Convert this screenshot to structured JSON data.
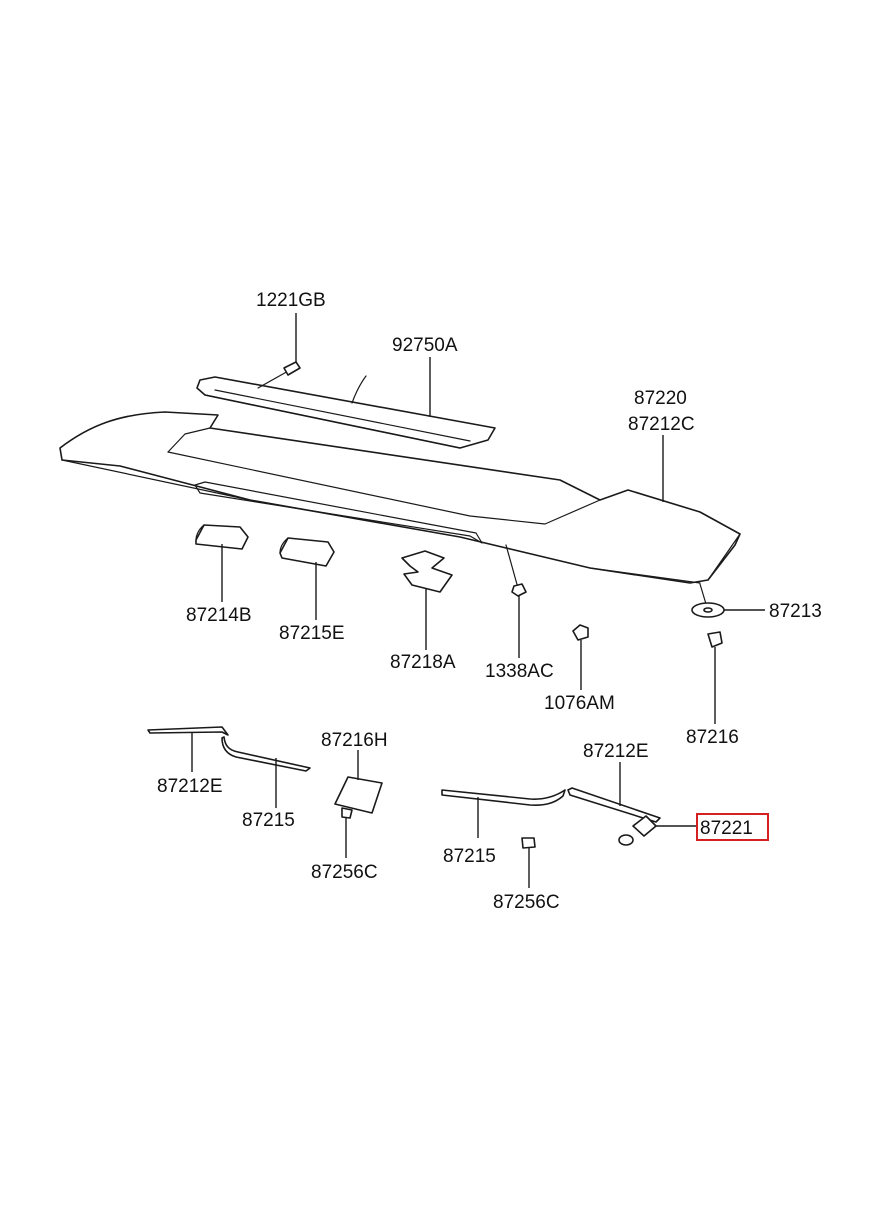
{
  "diagram": {
    "labels": {
      "p1221GB": "1221GB",
      "p92750A": "92750A",
      "p87220": "87220",
      "p87212C": "87212C",
      "p87214B": "87214B",
      "p87215E": "87215E",
      "p87218A": "87218A",
      "p1338AC": "1338AC",
      "p1076AM": "1076AM",
      "p87213": "87213",
      "p87216": "87216",
      "p87216H": "87216H",
      "p87212E_left": "87212E",
      "p87215_left": "87215",
      "p87256C_left": "87256C",
      "p87212E_right": "87212E",
      "p87215_right": "87215",
      "p87256C_right": "87256C",
      "p87221": "87221"
    },
    "highlight": {
      "part": "87221",
      "color": "#d42020"
    }
  }
}
